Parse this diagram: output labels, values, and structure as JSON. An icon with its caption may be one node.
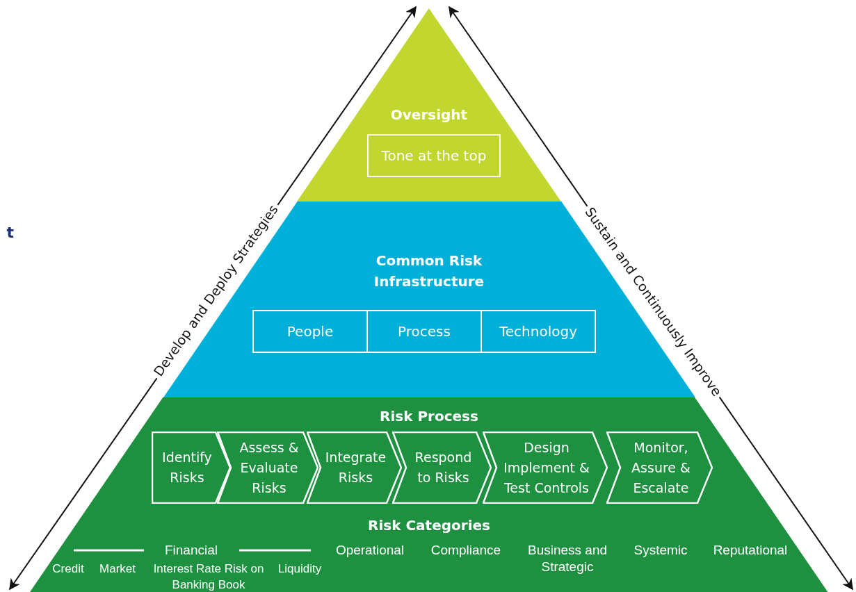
{
  "diagram": {
    "nodes": [
      {
        "text": [
          "Oversight"
        ]
      },
      {
        "text": [
          "Tone at the top"
        ],
        "in": 0
      },
      {
        "text": [
          "Common Risk Infrastructure"
        ]
      },
      {
        "text": [
          "People"
        ],
        "in": 2
      },
      {
        "text": [
          "Process"
        ],
        "in": 2
      },
      {
        "text": [
          "Technology"
        ],
        "in": 2
      },
      {
        "text": [
          "Risk Process",
          "Risk Categories"
        ]
      },
      {
        "text": [
          "Identify Risks"
        ],
        "in": 6
      },
      {
        "text": [
          "Assess & Evaluate Risks"
        ],
        "in": 6
      },
      {
        "text": [
          "Integrate Risks"
        ],
        "in": 6
      },
      {
        "text": [
          "Respond to Risks"
        ],
        "in": 6
      },
      {
        "text": [
          "Design Implement & Test Controls"
        ],
        "in": 6
      },
      {
        "text": [
          "Monitor, Assure & Escalate"
        ],
        "in": 6
      }
    ],
    "edges": [],
    "labels": [
      "t",
      "Develop and Deploy Strategies",
      "Sustain and Continuously Improve",
      "Financial",
      "Operational",
      "Compliance",
      "Business and Strategic",
      "Systemic",
      "Reputational",
      "Credit",
      "Market",
      "Interest Rate Risk on Banking Book",
      "Liquidity"
    ]
  }
}
